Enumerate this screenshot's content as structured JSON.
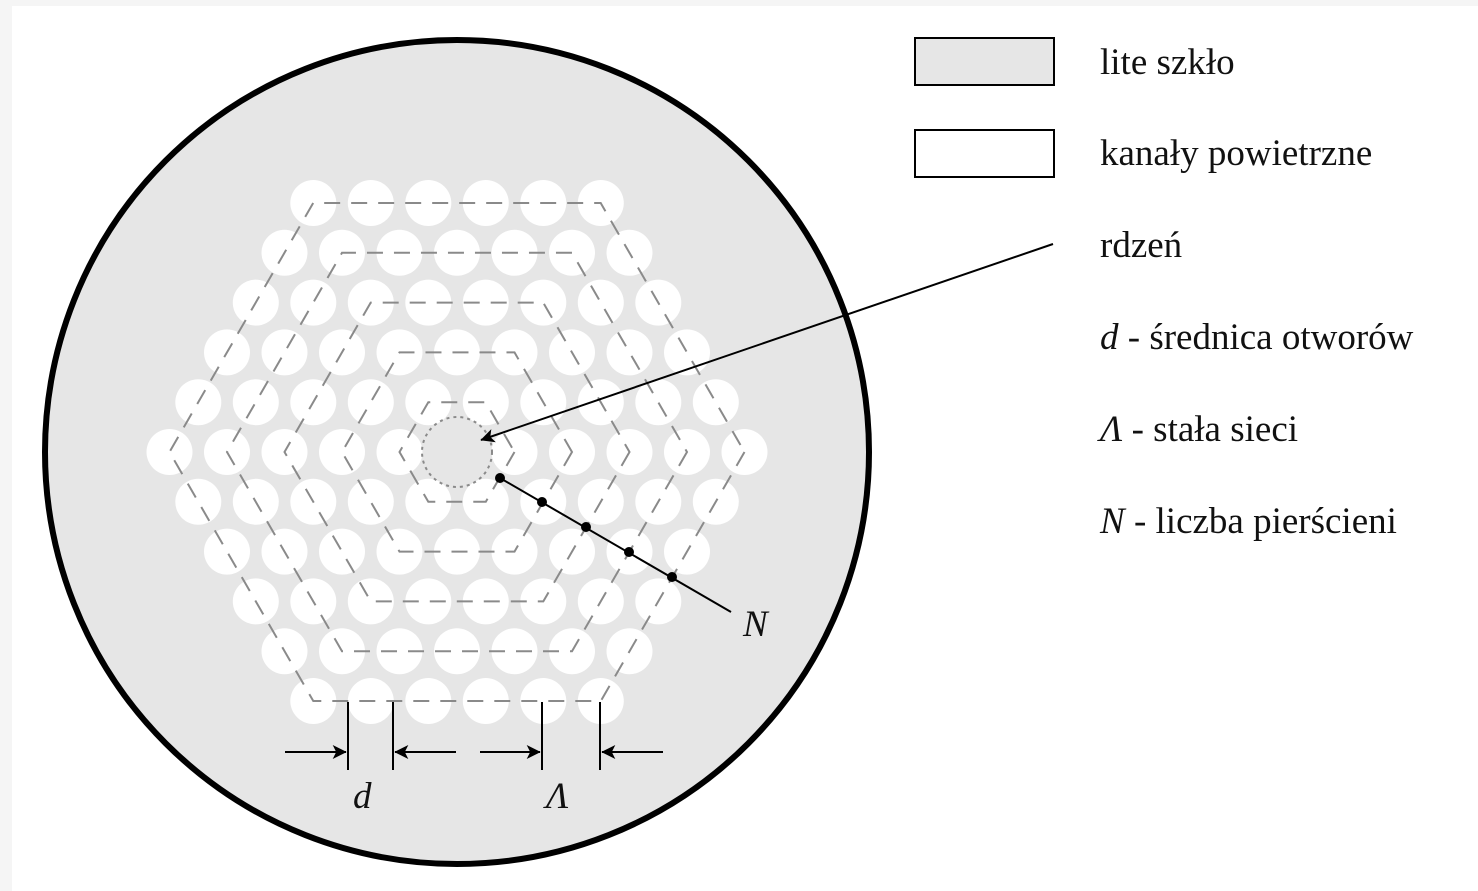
{
  "colors": {
    "glass": "#e6e6e6",
    "air": "#ffffff",
    "outline": "#000000",
    "lattice_line": "#8a8a8a"
  },
  "legend": {
    "glass_label": "lite szkło",
    "air_label": "kanały powietrzne",
    "core_label": "rdzeń",
    "d_symbol": "d",
    "d_desc": " - średnica otworów",
    "lambda_symbol": "Λ",
    "lambda_desc": " - stała sieci",
    "n_symbol": "N",
    "n_desc": " - liczba pierścieni"
  },
  "diagram": {
    "rings": 5,
    "n_label": "N",
    "d_label": "d",
    "lambda_label": "Λ"
  }
}
